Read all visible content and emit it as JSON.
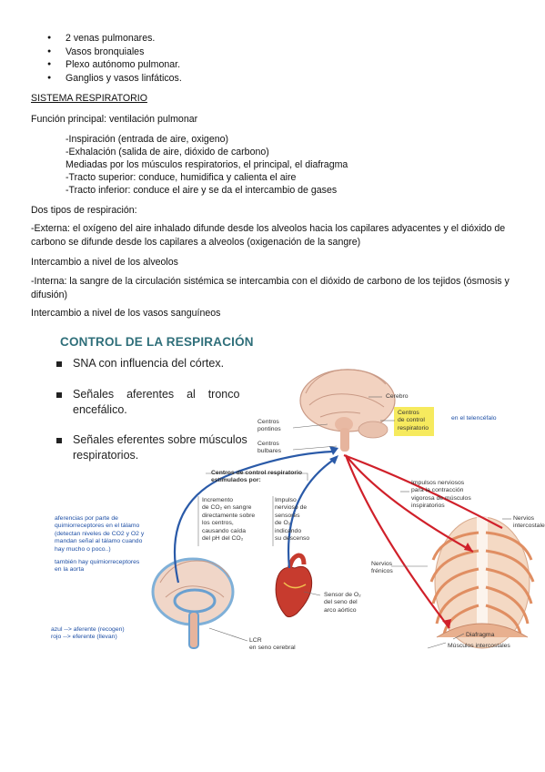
{
  "bullets": [
    "2 venas pulmonares.",
    "Vasos bronquiales",
    "Plexo autónomo pulmonar.",
    "Ganglios y vasos linfáticos."
  ],
  "heading": "SISTEMA RESPIRATORIO",
  "funcion": "Función principal: ventilación pulmonar",
  "sub": [
    "-Inspiración (entrada de aire, oxigeno)",
    "-Exhalación (salida de aire, dióxido de carbono)",
    "Mediadas por los músculos respiratorios, el principal, el diafragma",
    "-Tracto superior: conduce, humidifica y calienta el aire",
    "-Tracto inferior: conduce el aire y se da el intercambio de gases"
  ],
  "dos_tipos": "Dos tipos de respiración:",
  "externa": "-Externa: el oxígeno del aire inhalado difunde desde los alveolos hacia los capilares adyacentes y el dióxido de carbono se difunde desde los capilares a alveolos (oxigenación de la sangre)",
  "intercambio1": "Intercambio a nivel de los alveolos",
  "interna": "-Interna: la sangre de la circulación sistémica se intercambia con el dióxido de carbono de los tejidos (ósmosis y difusión)",
  "intercambio2": "Intercambio a nivel de los vasos sanguíneos",
  "figure": {
    "title": "CONTROL DE LA RESPIRACIÓN",
    "bullet1": "SNA con influencia del córtex.",
    "bullet2a": "Señales    aferentes    al    tronco",
    "bullet2b": "encefálico.",
    "bullet3a": "Señales eferentes sobre músculos",
    "bullet3b": "respiratorios.",
    "cerebro": "Cerebro",
    "centros_control": [
      "Centros",
      "de control",
      "respiratorio"
    ],
    "telencefalo": "en el telencéfalo",
    "pontinos": [
      "Centros",
      "pontinos"
    ],
    "bulbares": [
      "Centros",
      "bulbares"
    ],
    "box_title": [
      "Centros de control respiratorio",
      "estimulados por:"
    ],
    "col1": [
      "Incremento",
      "de CO₂ en sangre",
      "directamente sobre",
      "los centros,",
      "causando caída",
      "del pH del CO₂"
    ],
    "col2": [
      "Impulso",
      "nervioso de",
      "sensores",
      "de O₂",
      "indicando",
      "su descenso"
    ],
    "impulsos": [
      "Impulsos nerviosos",
      "para la contracción",
      "vigorosa de músculos",
      "inspiratorios"
    ],
    "nervios_intercostales": [
      "Nervios",
      "intercostales"
    ],
    "nervios_frenicos": [
      "Nervios",
      "frénicos"
    ],
    "sensor": [
      "Sensor de O₂",
      "del seno del",
      "arco aórtico"
    ],
    "lcr": [
      "LCR",
      "en seno cerebral"
    ],
    "diafragma": "Diafragma",
    "musculos": "Músculos intercostales",
    "blue_note1": [
      "aferencias por parte de",
      "quimiorreceptores en el tálamo",
      "(detectan niveles de CO2 y O2 y",
      "mandan señal al tálamo cuando",
      "hay mucho o poco..)"
    ],
    "blue_note2": [
      "también hay quimiorreceptores",
      "en la aorta"
    ],
    "blue_note3": [
      "azul --> aferente (recogen)",
      "rojo --> eferente (llevan)"
    ],
    "colors": {
      "title": "#2f6f7a",
      "afferent": "#2a5aa8",
      "efferent": "#d0202a",
      "highlight": "#f5e642",
      "note": "#1e4fa5"
    }
  }
}
